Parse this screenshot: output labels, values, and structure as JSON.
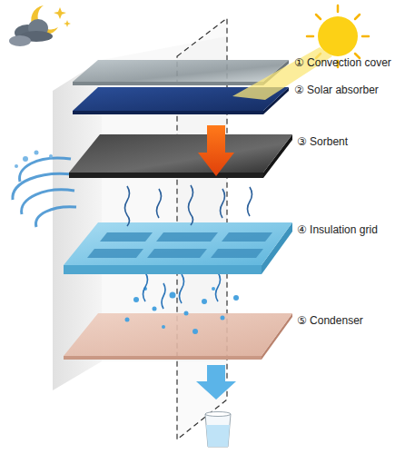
{
  "diagram": {
    "labels": [
      "① Convection cover",
      "② Solar absorber",
      "③ Sorbent",
      "④ Insulation grid",
      "⑤ Condenser"
    ]
  }
}
